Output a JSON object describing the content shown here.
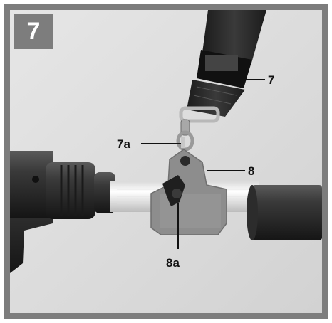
{
  "figure": {
    "number": "7",
    "callouts": {
      "strap": "7",
      "snap_hook": "7a",
      "holder": "8",
      "wing_screw": "8a"
    }
  },
  "colors": {
    "frame": "#7d7d7d",
    "background": "#dedede",
    "strap": "#2a2a2a",
    "holder": "#8d8d8d",
    "tube": "#f2f2f2",
    "handle": "#2e2e2e"
  }
}
